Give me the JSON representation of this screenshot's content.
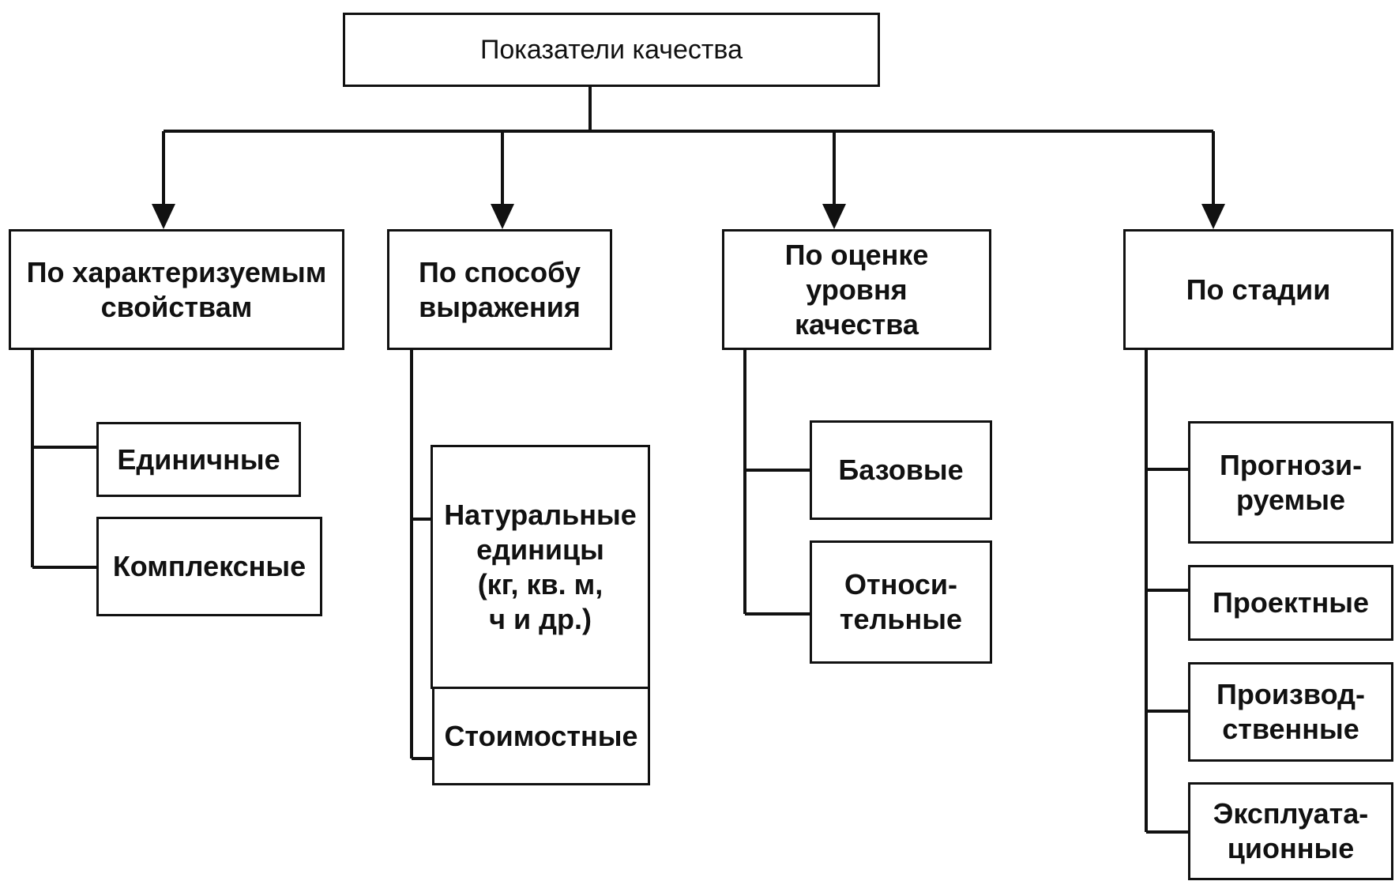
{
  "root": {
    "label": "Показатели качества"
  },
  "categories": [
    {
      "label": "По характеризуемым\nсвойствам",
      "children": [
        "Единичные",
        "Комплексные"
      ]
    },
    {
      "label": "По способу\nвыражения",
      "children": [
        "Натуральные\nединицы\n(кг, кв. м,\nч и др.)",
        "Стоимостные"
      ]
    },
    {
      "label": "По оценке\nуровня\nкачества",
      "children": [
        "Базовые",
        "Относи-\nтельные"
      ]
    },
    {
      "label": "По стадии",
      "children": [
        "Прогнози-\nруемые",
        "Проектные",
        "Производ-\nственные",
        "Эксплуата-\nционные"
      ]
    }
  ]
}
